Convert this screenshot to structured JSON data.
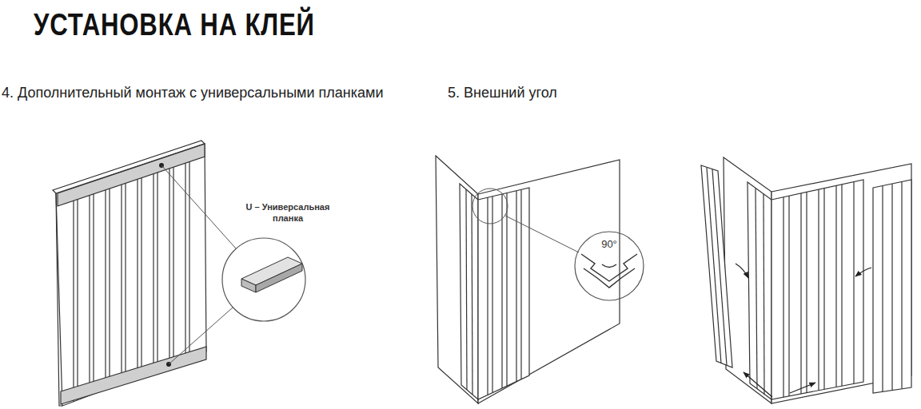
{
  "diagram": {
    "title": "УСТАНОВКА НА КЛЕЙ",
    "nodes": [
      {
        "text": [
          "U – Универсальная планка"
        ]
      },
      {
        "text": [
          "90°"
        ]
      }
    ],
    "labels": [
      "4. Дополнительный монтаж с универсальными планками",
      "5. Внешний угол"
    ]
  }
}
